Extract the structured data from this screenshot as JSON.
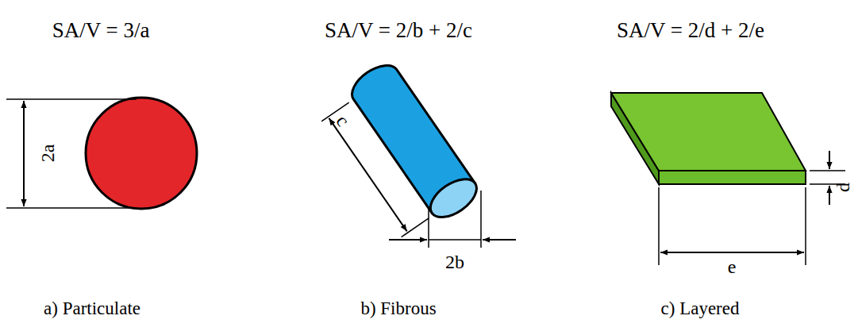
{
  "diagram": {
    "labels": [
      "SA/V = 3/a",
      "SA/V = 2/b + 2/c",
      "SA/V = 2/d + 2/e",
      "2a",
      "c",
      "2b",
      "d",
      "e",
      "a) Particulate",
      "b) Fibrous",
      "c) Layered"
    ]
  }
}
